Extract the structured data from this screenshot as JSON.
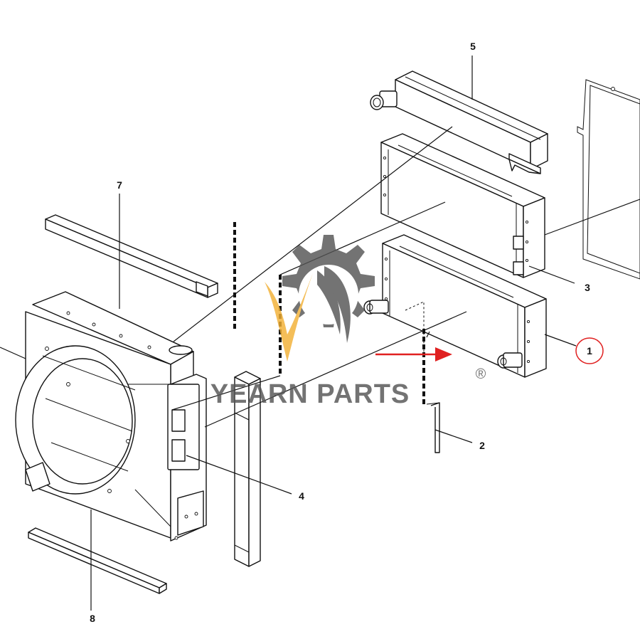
{
  "callouts": [
    {
      "id": "1",
      "label": "1",
      "circled": true
    },
    {
      "id": "2",
      "label": "2"
    },
    {
      "id": "3",
      "label": "3"
    },
    {
      "id": "4",
      "label": "4"
    },
    {
      "id": "5",
      "label": "5"
    },
    {
      "id": "7",
      "label": "7"
    },
    {
      "id": "8",
      "label": "8"
    }
  ],
  "watermark": {
    "text": "YEARN PARTS",
    "registered": "®",
    "gear_color": "#555555",
    "flame_color": "#f2b035"
  },
  "colors": {
    "line": "#111111",
    "highlight": "#e02020"
  }
}
